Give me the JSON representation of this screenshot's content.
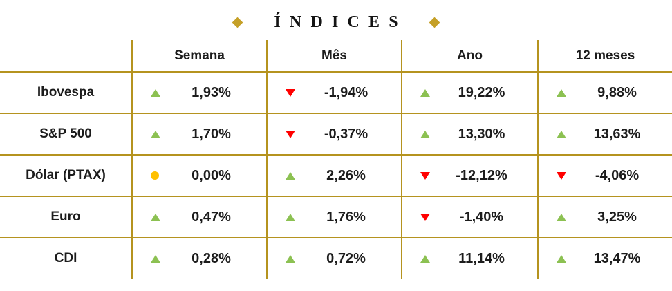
{
  "title": "ÍNDICES",
  "colors": {
    "grid_gold": "#B5931F",
    "diamond_gold": "#C5A028",
    "up_green": "#8CC152",
    "down_red": "#FF0000",
    "flat_yellow": "#FFC000",
    "text": "#1C1C1C"
  },
  "icons": {
    "up": "up-triangle-icon",
    "down": "down-triangle-icon",
    "flat": "flat-dot-icon"
  },
  "table": {
    "columns": [
      "Semana",
      "Mês",
      "Ano",
      "12 meses"
    ],
    "rows": [
      {
        "label": "Ibovespa",
        "cells": [
          {
            "dir": "up",
            "value": "1,93%"
          },
          {
            "dir": "down",
            "value": "-1,94%"
          },
          {
            "dir": "up",
            "value": "19,22%"
          },
          {
            "dir": "up",
            "value": "9,88%"
          }
        ]
      },
      {
        "label": "S&P 500",
        "cells": [
          {
            "dir": "up",
            "value": "1,70%"
          },
          {
            "dir": "down",
            "value": "-0,37%"
          },
          {
            "dir": "up",
            "value": "13,30%"
          },
          {
            "dir": "up",
            "value": "13,63%"
          }
        ]
      },
      {
        "label": "Dólar (PTAX)",
        "cells": [
          {
            "dir": "flat",
            "value": "0,00%"
          },
          {
            "dir": "up",
            "value": "2,26%"
          },
          {
            "dir": "down",
            "value": "-12,12%"
          },
          {
            "dir": "down",
            "value": "-4,06%"
          }
        ]
      },
      {
        "label": "Euro",
        "cells": [
          {
            "dir": "up",
            "value": "0,47%"
          },
          {
            "dir": "up",
            "value": "1,76%"
          },
          {
            "dir": "down",
            "value": "-1,40%"
          },
          {
            "dir": "up",
            "value": "3,25%"
          }
        ]
      },
      {
        "label": "CDI",
        "cells": [
          {
            "dir": "up",
            "value": "0,28%"
          },
          {
            "dir": "up",
            "value": "0,72%"
          },
          {
            "dir": "up",
            "value": "11,14%"
          },
          {
            "dir": "up",
            "value": "13,47%"
          }
        ]
      }
    ]
  },
  "chart_data": {
    "type": "table",
    "title": "ÍNDICES",
    "columns": [
      "Semana",
      "Mês",
      "Ano",
      "12 meses"
    ],
    "rows": [
      "Ibovespa",
      "S&P 500",
      "Dólar (PTAX)",
      "Euro",
      "CDI"
    ],
    "values_pct": [
      [
        1.93,
        -1.94,
        19.22,
        9.88
      ],
      [
        1.7,
        -0.37,
        13.3,
        13.63
      ],
      [
        0.0,
        2.26,
        -12.12,
        -4.06
      ],
      [
        0.47,
        1.76,
        -1.4,
        3.25
      ],
      [
        0.28,
        0.72,
        11.14,
        13.47
      ]
    ],
    "directions": [
      [
        "up",
        "down",
        "up",
        "up"
      ],
      [
        "up",
        "down",
        "up",
        "up"
      ],
      [
        "flat",
        "up",
        "down",
        "down"
      ],
      [
        "up",
        "up",
        "down",
        "up"
      ],
      [
        "up",
        "up",
        "up",
        "up"
      ]
    ],
    "number_format": "pt-BR comma decimal, suffix %"
  }
}
